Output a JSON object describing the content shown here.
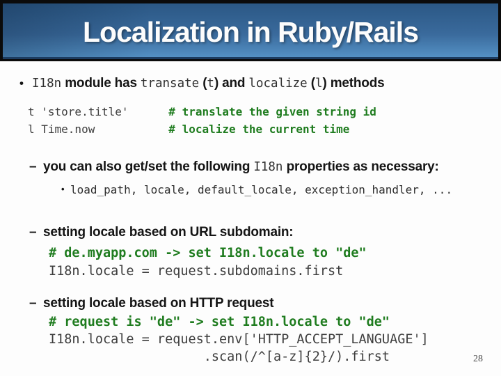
{
  "slide": {
    "title": "Localization in Ruby/Rails",
    "page_number": "28",
    "colors": {
      "header_gradient_top": "#2b5885",
      "header_gradient_bottom": "#5694c8",
      "header_border": "#0b0b0b",
      "comment_green": "#1f7c1f",
      "code_gray": "#3d3d3d",
      "body_text": "#151515"
    },
    "bullet_glyphs": {
      "level1": "•",
      "dash": "–",
      "sub": "•"
    },
    "bullet1": [
      {
        "t": "I18n",
        "f": "mono"
      },
      {
        "t": " module has ",
        "f": "sans"
      },
      {
        "t": "transate",
        "f": "mono"
      },
      {
        "t": " (",
        "f": "sans"
      },
      {
        "t": "t",
        "f": "mono"
      },
      {
        "t": ") and ",
        "f": "sans"
      },
      {
        "t": "localize",
        "f": "mono"
      },
      {
        "t": " (",
        "f": "sans"
      },
      {
        "t": "l",
        "f": "mono"
      },
      {
        "t": ") methods",
        "f": "sans"
      }
    ],
    "code1": [
      [
        {
          "t": "t 'store.title'      ",
          "f": "code"
        },
        {
          "t": "# translate the given string id",
          "f": "comment"
        }
      ],
      [
        {
          "t": "l Time.now           ",
          "f": "code"
        },
        {
          "t": "# localize the current time",
          "f": "comment"
        }
      ]
    ],
    "bullet2": [
      {
        "t": "you can also get/set the following ",
        "f": "sans"
      },
      {
        "t": "I18n",
        "f": "mono"
      },
      {
        "t": " properties as necessary:",
        "f": "sans"
      }
    ],
    "sub_bullet": [
      {
        "t": "load_path, locale, default_locale, exception_handler, ...",
        "f": "monosm"
      }
    ],
    "bullet3": [
      {
        "t": "setting locale based on URL subdomain:",
        "f": "sans"
      }
    ],
    "code3": [
      [
        {
          "t": "# de.myapp.com -> set I18n.locale to \"de\"",
          "f": "comment"
        }
      ],
      [
        {
          "t": "I18n.locale = request.subdomains.first",
          "f": "code"
        }
      ]
    ],
    "bullet4": [
      {
        "t": "setting locale based on HTTP request",
        "f": "sans"
      }
    ],
    "code4": [
      [
        {
          "t": "# request is \"de\" -> set I18n.locale to \"de\"",
          "f": "comment"
        }
      ],
      [
        {
          "t": "I18n.locale = request.env['HTTP_ACCEPT_LANGUAGE']",
          "f": "code"
        }
      ],
      [
        {
          "t": "                    .scan(/^[a-z]{2}/).first",
          "f": "code"
        }
      ]
    ]
  }
}
